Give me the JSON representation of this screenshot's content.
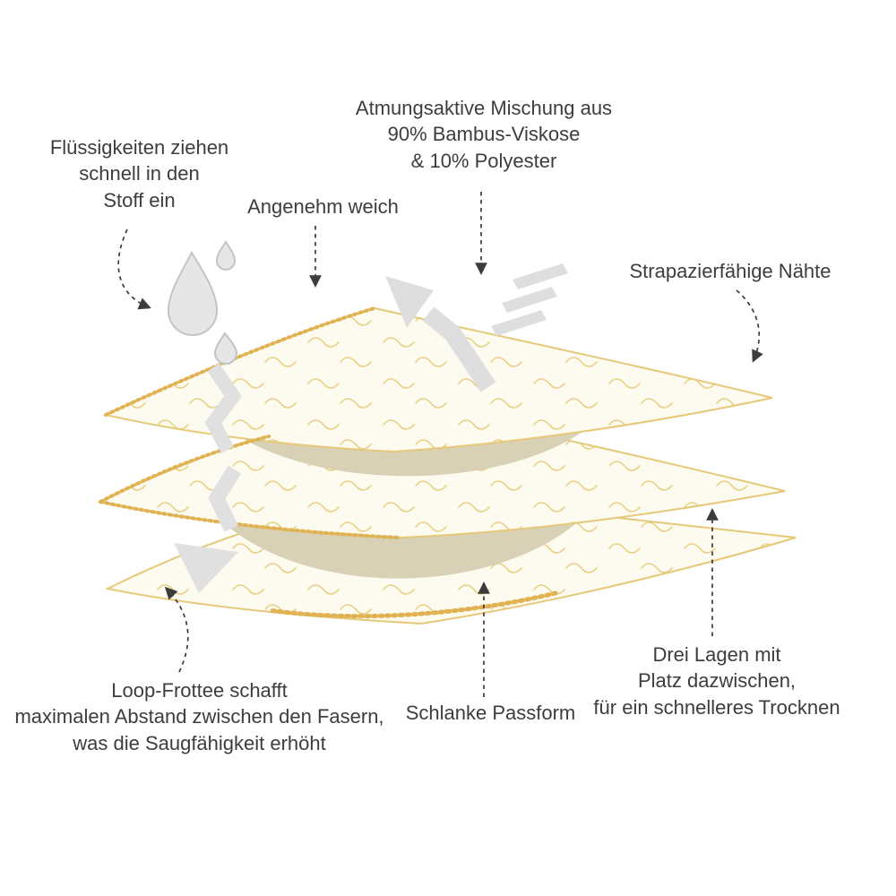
{
  "labels": {
    "mixture": [
      "Atmungsaktive Mischung aus",
      "90% Bambus-Viskose",
      "& 10% Polyester"
    ],
    "liquids": [
      "Flüssigkeiten ziehen",
      "schnell in den",
      "Stoff ein"
    ],
    "soft": "Angenehm weich",
    "seams": "Strapazierfähige Nähte",
    "loop": [
      "Loop-Frottee schafft",
      "maximalen Abstand zwischen den Fasern,",
      "was die Saugfähigkeit erhöht"
    ],
    "fit": "Schlanke Passform",
    "drying": [
      "Drei Lagen mit",
      "Platz dazwischen,",
      "für ein schnelleres Trocknen"
    ]
  },
  "colors": {
    "background": "#ffffff",
    "text": "#3d3d3d",
    "fabric_fill": "#fdfaef",
    "fabric_squiggle": "#e7cf82",
    "fabric_edge": "#e5c878",
    "fabric_stitch": "#e0b252",
    "layer_gap_shadow": "#d9d1b5",
    "gray_graphic": "#e2e2e2"
  }
}
